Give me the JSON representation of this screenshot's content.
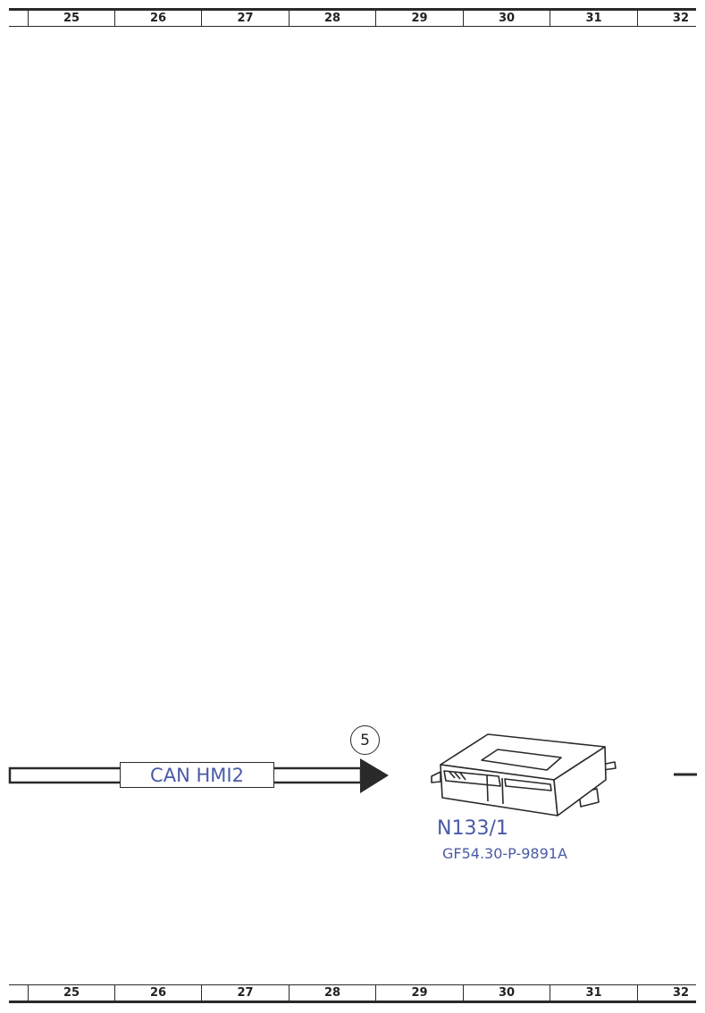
{
  "ruler": {
    "columns": [
      "25",
      "26",
      "27",
      "28",
      "29",
      "30",
      "31",
      "32"
    ]
  },
  "bus": {
    "label": "CAN HMI2",
    "badge": "5"
  },
  "component": {
    "code": "N133/1",
    "reference": "GF54.30-P-9891A"
  },
  "colors": {
    "line": "#2a2a2a",
    "label_text": "#4a5aa8"
  }
}
